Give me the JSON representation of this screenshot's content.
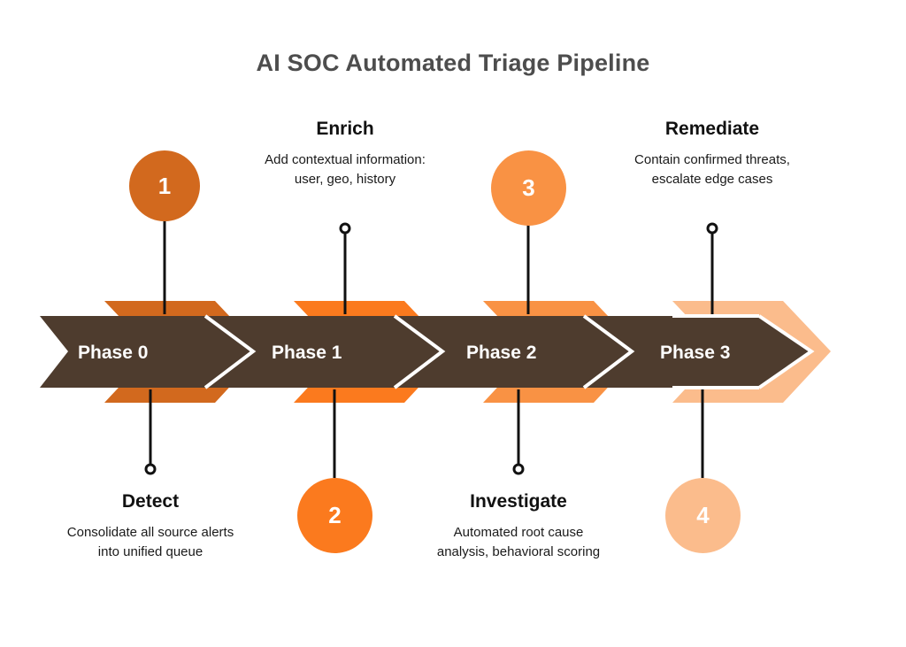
{
  "title": "AI SOC Automated Triage Pipeline",
  "colors": {
    "band": "#4E3C2E",
    "background": "#FFFFFF",
    "title_text": "#4D4D4D",
    "connector": "#111111",
    "phase_text": "#FFFFFF",
    "inner_stroke": "#FFFFFF",
    "accent_1": "#D2691E",
    "accent_2": "#FB7A1E",
    "accent_3": "#F99244",
    "accent_4": "#FBBC8C"
  },
  "steps": [
    {
      "number": "1",
      "phase_label": "Phase 0",
      "heading": "Detect",
      "description": "Consolidate all source alerts into unified queue",
      "color": "#D2691E",
      "circle_position": "top",
      "label_position": "bottom"
    },
    {
      "number": "2",
      "phase_label": "Phase 1",
      "heading": "Enrich",
      "description": "Add contextual information: user, geo, history",
      "color": "#FB7A1E",
      "circle_position": "bottom",
      "label_position": "top"
    },
    {
      "number": "3",
      "phase_label": "Phase 2",
      "heading": "Investigate",
      "description": "Automated root cause analysis, behavioral scoring",
      "color": "#F99244",
      "circle_position": "top",
      "label_position": "bottom"
    },
    {
      "number": "4",
      "phase_label": "Phase 3",
      "heading": "Remediate",
      "description": "Contain confirmed threats, escalate edge cases",
      "color": "#FBBC8C",
      "circle_position": "bottom",
      "label_position": "top"
    }
  ]
}
